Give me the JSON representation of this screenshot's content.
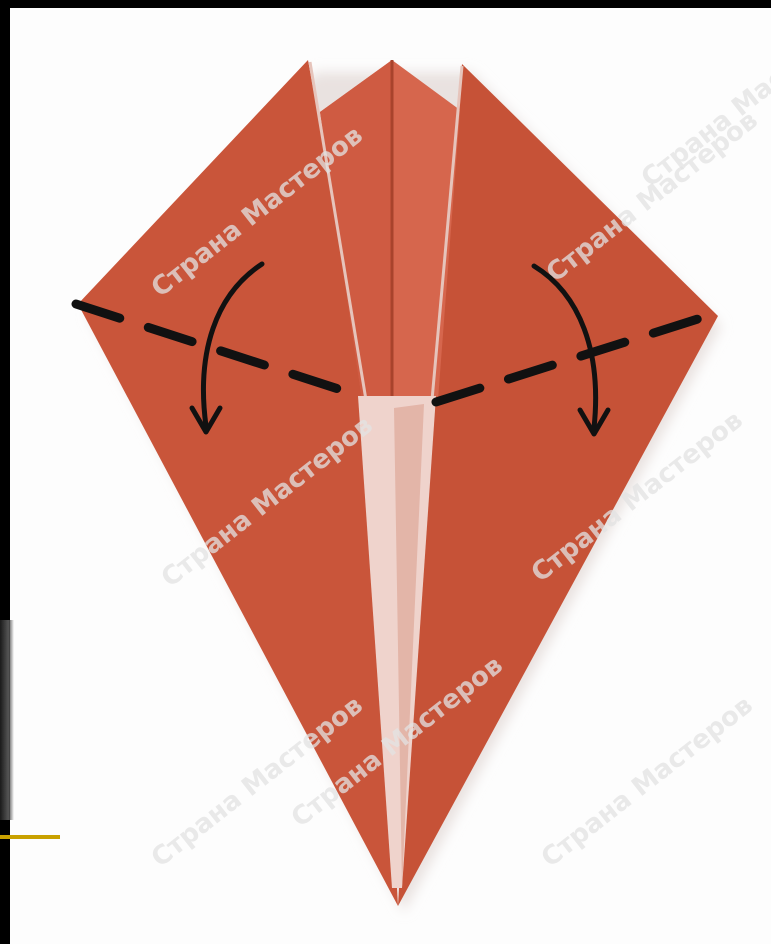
{
  "image": {
    "subject": "origami-kite-fold-step",
    "paper_color": "#c9553a",
    "paper_shadow_color": "#b84a31",
    "inner_flap_color": "#d6664d",
    "inner_crease_color": "#efd3cc",
    "background_color": "#fdfdfd",
    "frame_color": "#000000",
    "fold_line_color": "#111111",
    "icons": [
      "fold-arrow-left-icon",
      "fold-arrow-right-icon"
    ]
  },
  "watermarks": [
    "Страна Мастеров",
    "Страна Мастеров",
    "Страна Мастеров",
    "Страна Мастеров",
    "Страна Мастеров",
    "Страна Мастеров",
    "Страна Мастеров",
    "Страна Мастеров"
  ]
}
